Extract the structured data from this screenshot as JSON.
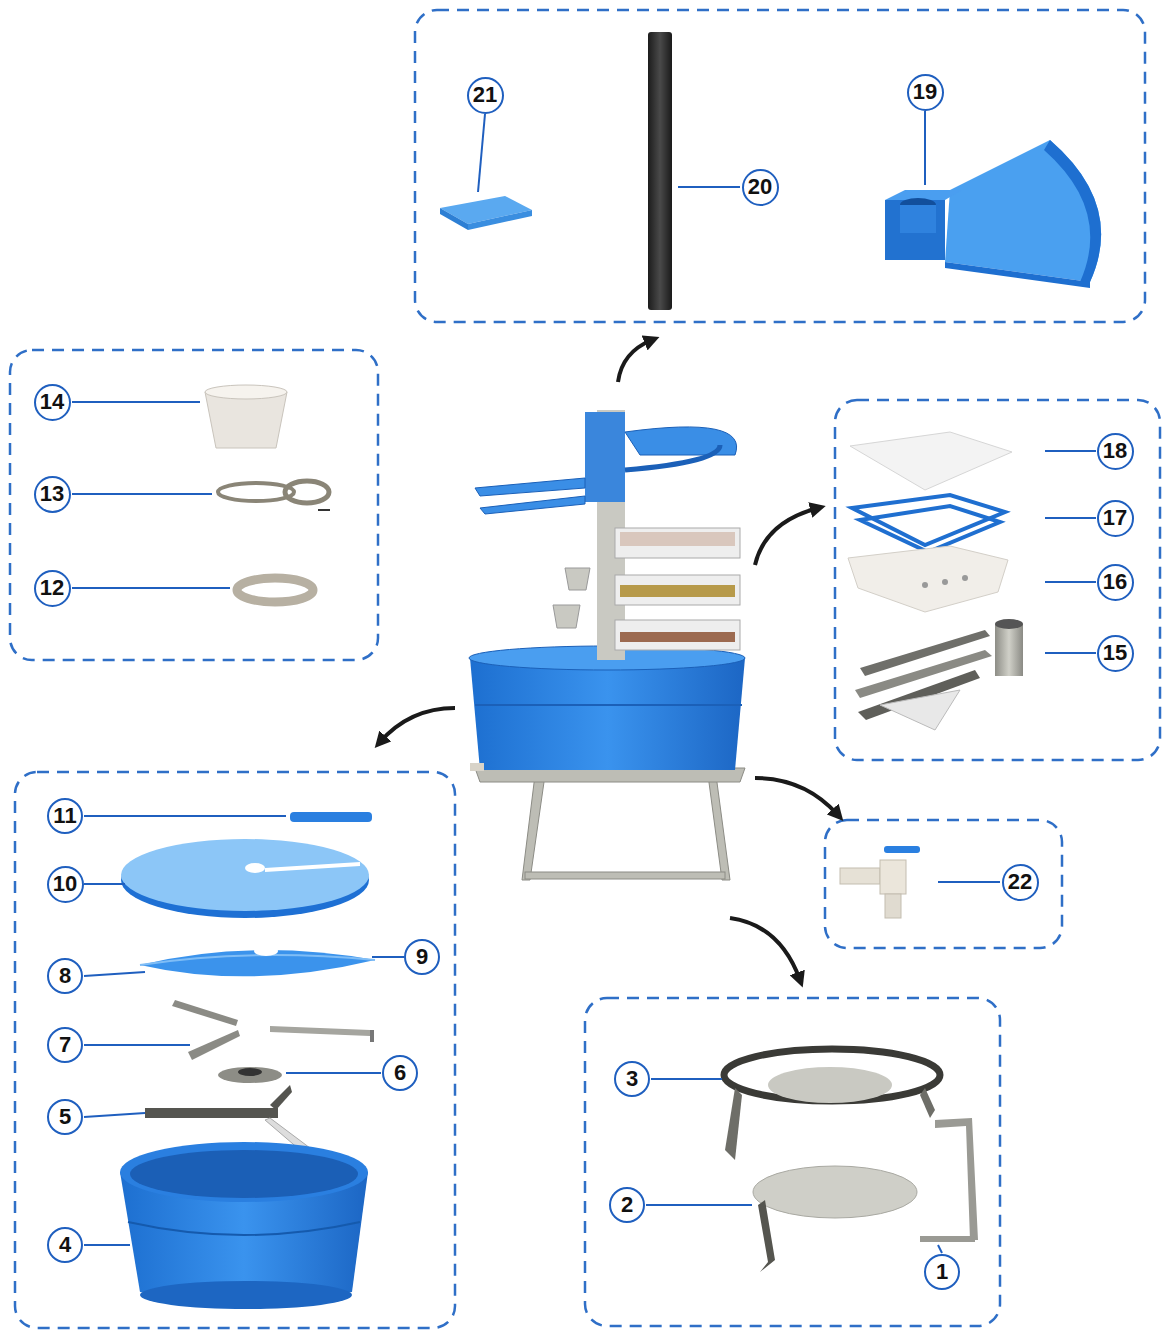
{
  "diagram": {
    "nodes": [
      {
        "text": [
          "19"
        ]
      },
      {
        "text": [
          "21"
        ]
      },
      {
        "text": [
          "20"
        ]
      },
      {
        "text": [
          "14"
        ]
      },
      {
        "text": [
          "18"
        ]
      },
      {
        "text": [
          "13"
        ]
      },
      {
        "text": [
          "17"
        ]
      },
      {
        "text": [
          "16"
        ]
      },
      {
        "text": [
          "12"
        ]
      },
      {
        "text": [
          "15"
        ]
      },
      {
        "text": [
          "11"
        ]
      },
      {
        "text": [
          "22"
        ]
      },
      {
        "text": [
          "10"
        ]
      },
      {
        "text": [
          "9"
        ]
      },
      {
        "text": [
          "8"
        ]
      },
      {
        "text": [
          "7"
        ]
      },
      {
        "text": [
          "6"
        ]
      },
      {
        "text": [
          "3"
        ]
      },
      {
        "text": [
          "5"
        ]
      },
      {
        "text": [
          "2"
        ]
      },
      {
        "text": [
          "4"
        ]
      },
      {
        "text": [
          "1"
        ]
      }
    ]
  }
}
